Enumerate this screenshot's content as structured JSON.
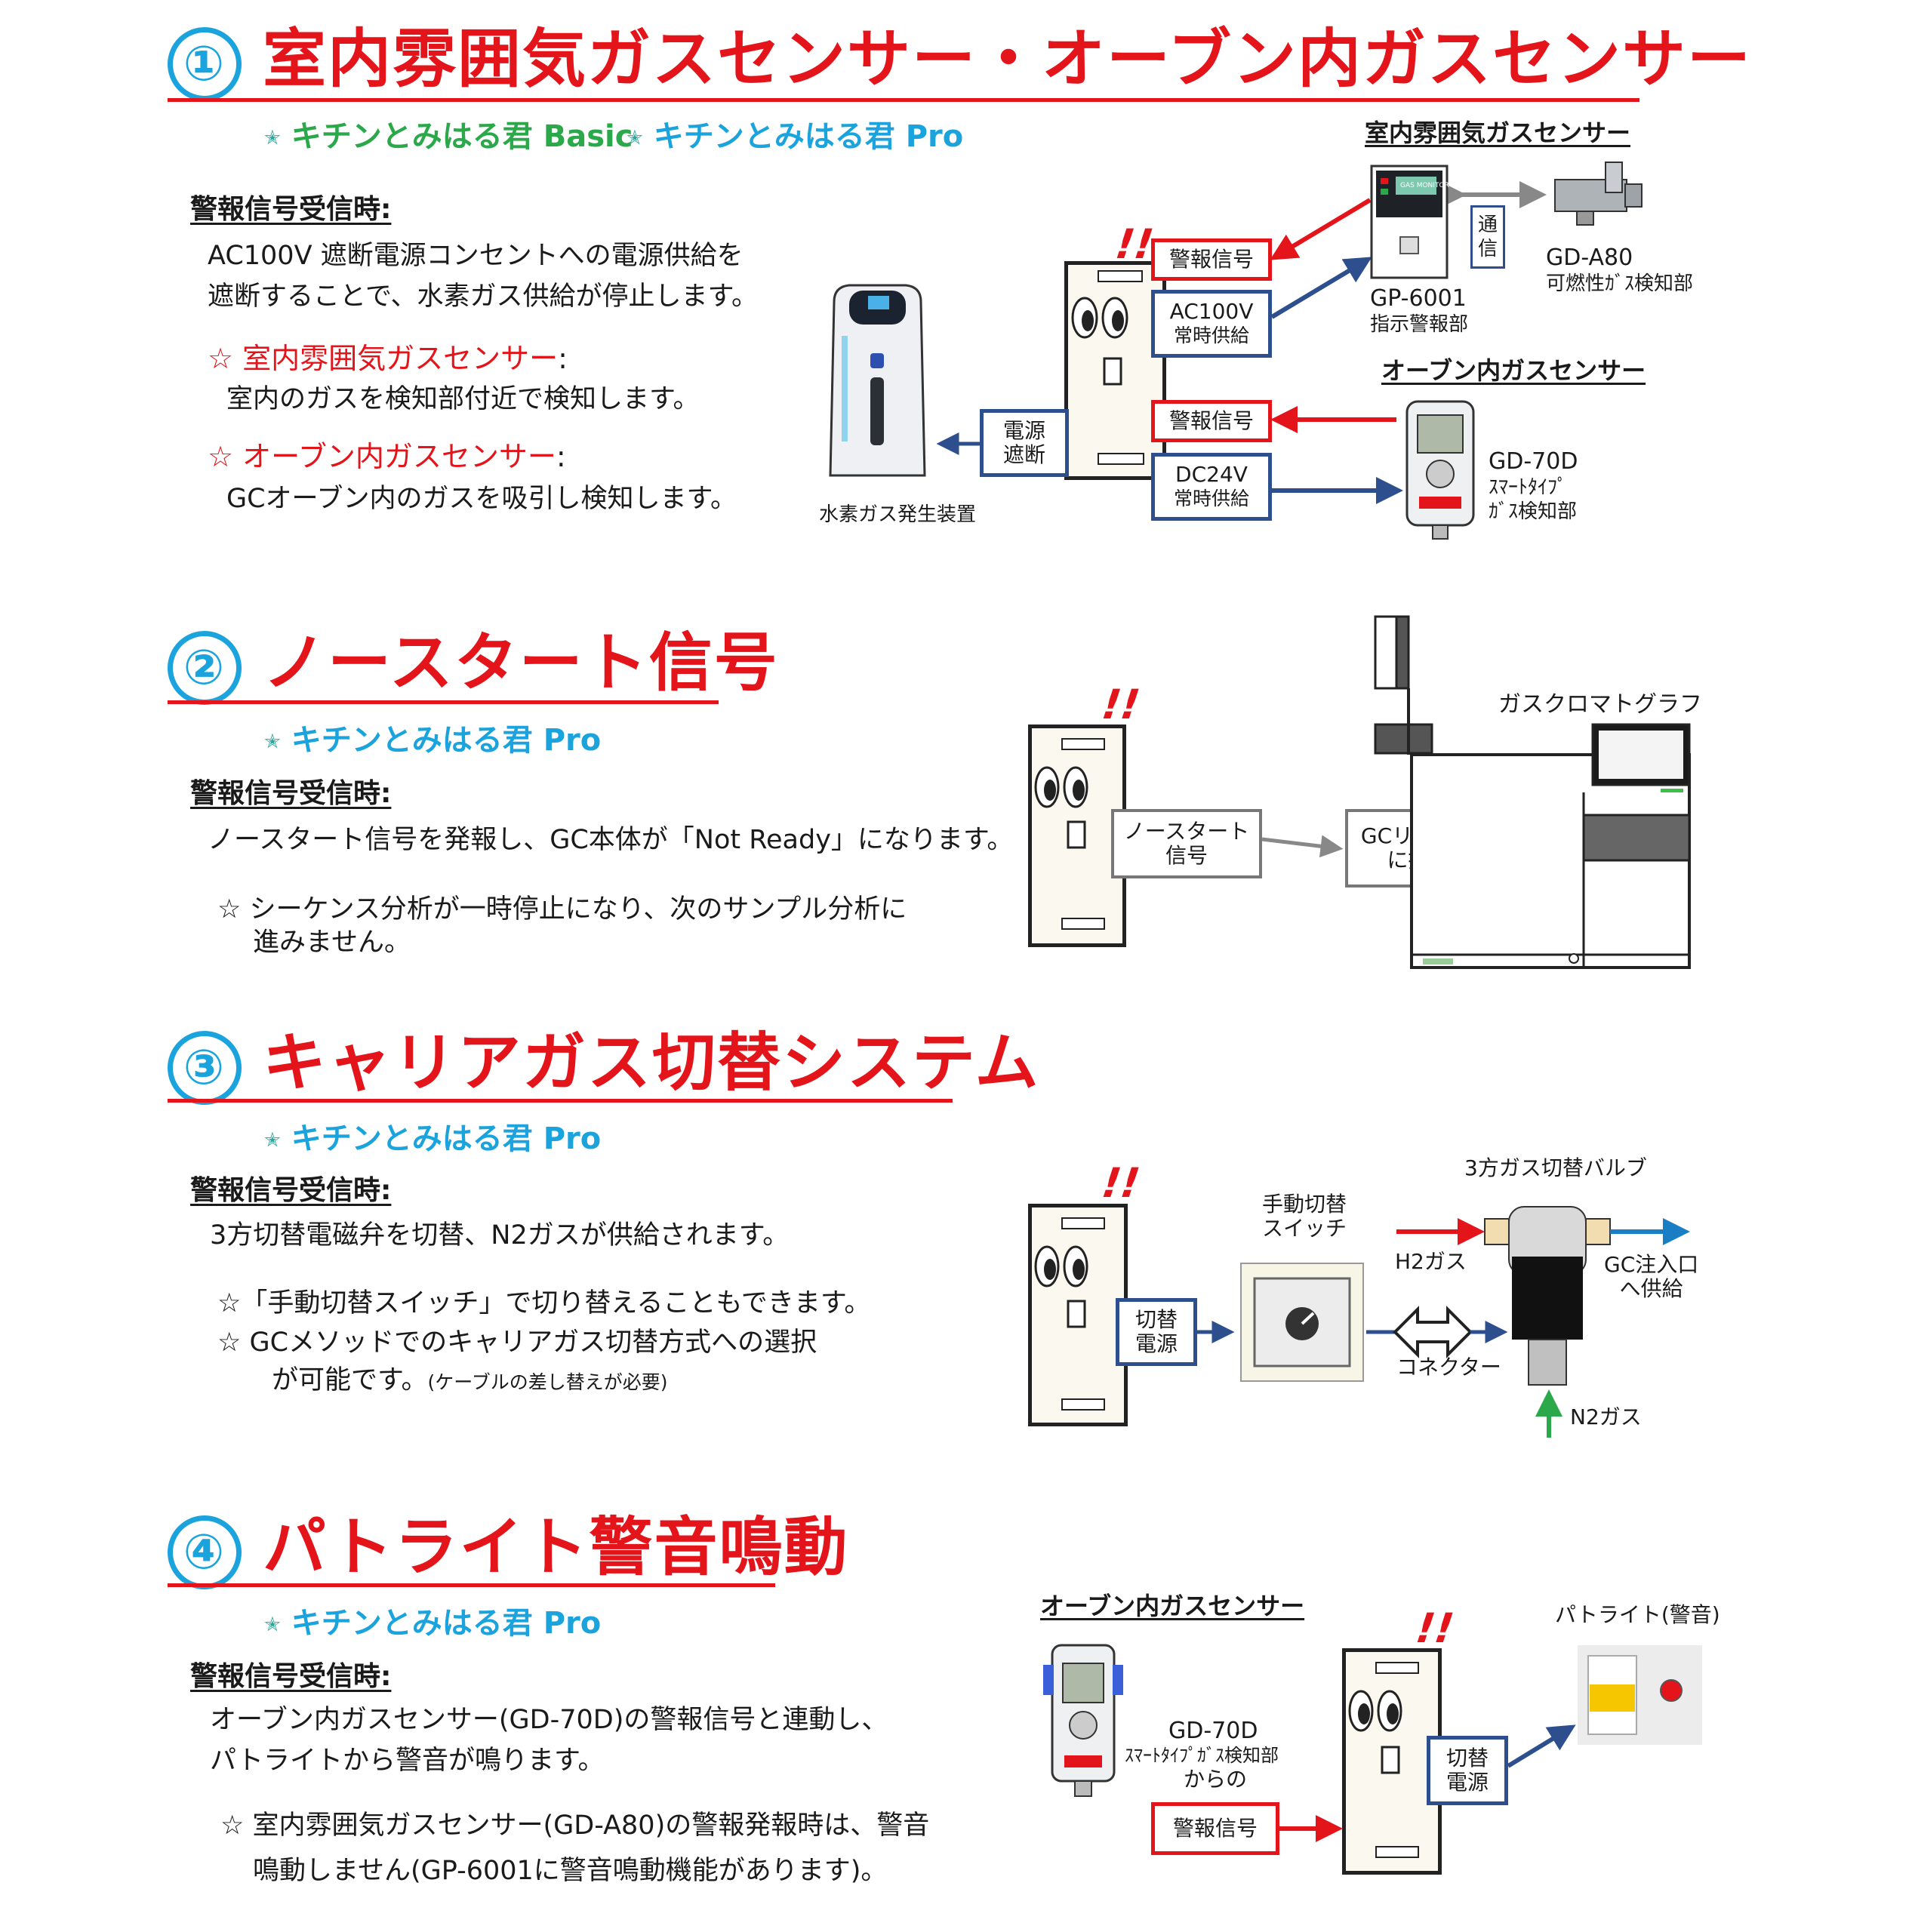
{
  "s1": {
    "num": "①",
    "title": "室内雰囲気ガスセンサー・オーブン内ガスセンサー",
    "tag1": "キチンとみはる君 Basic",
    "tag2": "キチンとみはる君 Pro",
    "heading": "警報信号受信時:",
    "line1": "AC100V 遮断電源コンセントへの電源供給を",
    "line2": "遮断することで、水素ガス供給が停止します。",
    "note1_title": "☆ 室内雰囲気ガスセンサー",
    "note1_colon": ":",
    "note1_body": "室内のガスを検知部付近で検知します。",
    "note2_title": "☆ オーブン内ガスセンサー",
    "note2_colon": ":",
    "note2_body": "GCオーブン内のガスを吸引し検知します。",
    "h2_device": "水素ガス発生装置",
    "box_cut": [
      "電源",
      "遮断"
    ],
    "box_alarm1": "警報信号",
    "box_ac": [
      "AC100V",
      "常時供給"
    ],
    "box_alarm2": "警報信号",
    "box_dc": [
      "DC24V",
      "常時供給"
    ],
    "room_sensor_title": "室内雰囲気ガスセンサー",
    "comm": [
      "通",
      "信"
    ],
    "gp_name": "GP-6001",
    "gp_sub": "指示警報部",
    "gda80_name": "GD-A80",
    "gda80_sub": "可燃性ｶﾞｽ検知部",
    "oven_sensor_title": "オーブン内ガスセンサー",
    "gd70_name": "GD-70D",
    "gd70_sub1": "ｽﾏｰﾄﾀｲﾌﾟ",
    "gd70_sub2": "ｶﾞｽ検知部",
    "monitor_label": "GAS MONITOR"
  },
  "s2": {
    "num": "②",
    "title": "ノースタート信号",
    "tag": "キチンとみはる君 Pro",
    "heading": "警報信号受信時:",
    "line1": "ノースタート信号を発報し、GC本体が「Not Ready」になります。",
    "note1": "☆ シーケンス分析が一時停止になり、次のサンプル分析に",
    "note2": "進みません。",
    "box_ns": [
      "ノースタート",
      "信号"
    ],
    "box_gc": [
      "GCリモート",
      "に接続"
    ],
    "gc_label": "ガスクロマトグラフ"
  },
  "s3": {
    "num": "③",
    "title": "キャリアガス切替システム",
    "tag": "キチンとみはる君 Pro",
    "heading": "警報信号受信時:",
    "line1": "3方切替電磁弁を切替、N2ガスが供給されます。",
    "note1": "☆「手動切替スイッチ」で切り替えることもできます。",
    "note2": "☆ GCメソッドでのキャリアガス切替方式への選択",
    "note3a": "が可能です。",
    "note3b": "(ケーブルの差し替えが必要)",
    "box_sw": [
      "切替",
      "電源"
    ],
    "manual_sw": [
      "手動切替",
      "スイッチ"
    ],
    "valve_label": "3方ガス切替バルブ",
    "h2": "H2ガス",
    "gc_supply": [
      "GC注入口",
      "へ供給"
    ],
    "connector": "コネクター",
    "n2": "N2ガス"
  },
  "s4": {
    "num": "④",
    "title": "パトライト警音鳴動",
    "tag": "キチンとみはる君 Pro",
    "heading": "警報信号受信時:",
    "line1": "オーブン内ガスセンサー(GD-70D)の警報信号と連動し、",
    "line2": "パトライトから警音が鳴ります。",
    "note1": "☆ 室内雰囲気ガスセンサー(GD-A80)の警報発報時は、警音",
    "note2": "鳴動しません(GP-6001に警音鳴動機能があります)。",
    "oven_sensor_title": "オーブン内ガスセンサー",
    "gd70_name": "GD-70D",
    "gd70_sub": "ｽﾏｰﾄﾀｲﾌﾟｶﾞｽ検知部",
    "gd70_from": "からの",
    "box_alarm": "警報信号",
    "box_sw": [
      "切替",
      "電源"
    ],
    "patlite": "パトライト(警音)"
  },
  "colors": {
    "red": "#e4141b",
    "cyan": "#1aa3dd",
    "green": "#2aa84a",
    "navy": "#2d4f8e"
  }
}
